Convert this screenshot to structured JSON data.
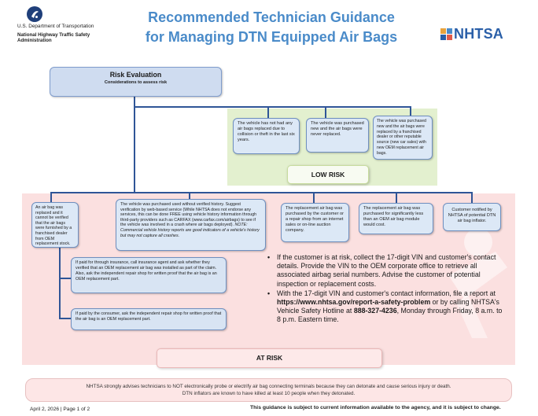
{
  "header": {
    "dept": "U.S. Department of Transportation",
    "agency": "National Highway Traffic Safety Administration",
    "title_line1": "Recommended Technician Guidance",
    "title_line2": "for Managing DTN Equipped Air Bags",
    "brand": "NHTSA"
  },
  "root": {
    "heading": "Risk Evaluation",
    "sub": "Considerations to assess risk"
  },
  "low_risk": {
    "label": "LOW RISK",
    "items": [
      "The vehicle has not had any air bags replaced due to collision or theft in the last six years.",
      "The vehicle was purchased new and the air bags were never replaced.",
      "The vehicle was purchased new and the air bags were replaced by a franchised dealer or other reputable source (new car sales) with new OEM replacement air bags."
    ]
  },
  "at_risk": {
    "label": "AT RISK",
    "items": [
      "An air bag was replaced and it cannot be verified that the air bags were furnished by a franchised dealer from OEM replacement stock.",
      "The vehicle was purchased used without verified history. Suggest verification by web-based service (While NHTSA does not endorse any services, this can be done FREE using vehicle history information through third-party providers such as CARFAX (www.carfax.com/airbags) to see if the vehicle was involved in a crash where air bags deployed).",
      "The replacement air bag was purchased by the customer or a repair shop from an internet sales or on-line auction company.",
      "The replacement air bag was purchased for significantly less than an OEM air bag module would cost.",
      "Customer notified by NHTSA of potential DTN air bag inflator."
    ],
    "note": "NOTE: Commercial vehicle history reports are good indicators of a vehicle's history but may not capture all crashes.",
    "sub_items": [
      "If paid for through insurance, call insurance agent and ask whether they verified that an OEM replacement air bag was installed as part of the claim. Also, ask the independent repair shop for written proof that the air bag is an OEM replacement part.",
      "If paid by the consumer, ask the independent repair shop for written proof that the air bag is an OEM replacement part."
    ]
  },
  "bullets": {
    "b1": "If the customer is at risk, collect the 17-digit VIN and customer's contact details. Provide the VIN to the OEM corporate office to retrieve all associated airbag serial numbers. Advise the customer of potential inspection or replacement costs.",
    "b2_pre": "With the 17-digit VIN and customer's contact information, file a report at ",
    "b2_link": "https://www.nhtsa.gov/report-a-safety-problem",
    "b2_mid": " or by calling NHTSA's Vehicle Safety Hotline at ",
    "b2_phone": "888-327-4236",
    "b2_post": ", Monday through Friday, 8 a.m. to 8 p.m. Eastern time."
  },
  "warning": {
    "line1": "NHTSA strongly advises technicians to NOT electronically probe or electrify air bag connecting terminals because they can detonate and cause serious injury or death.",
    "line2": "DTN inflators are known to have killed at least 10 people when they detonated."
  },
  "footer": {
    "date": "April 2, 2026 | Page 1 of 2",
    "disclaimer": "This guidance is subject to current information available to the agency, and it is subject to change."
  },
  "colors": {
    "title_blue": "#4a8bc9",
    "low_zone": "#e3f0cf",
    "risk_zone": "#fbe0e0",
    "connector": "#2f5597"
  },
  "icons": [
    "dot-seal-icon",
    "nhtsa-logo-icon",
    "airbag-ghost-icon"
  ]
}
